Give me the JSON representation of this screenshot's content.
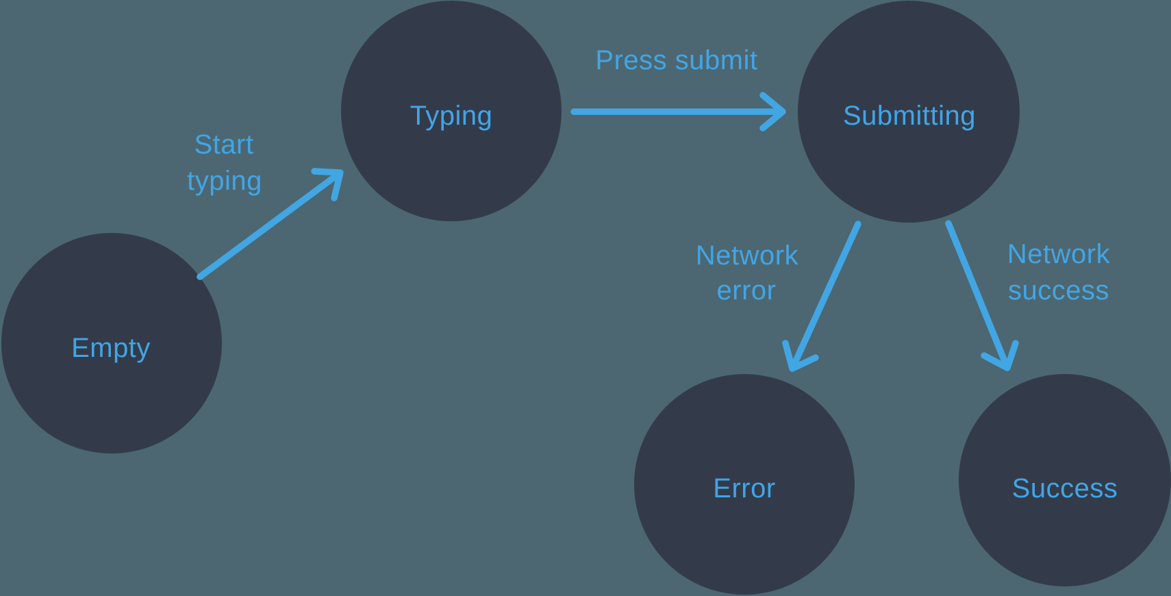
{
  "colors": {
    "background": "#4c6771",
    "node_fill": "#333b4a",
    "accent_blue": "#42a5e6"
  },
  "diagram": {
    "type": "state-machine",
    "states": [
      {
        "id": "empty",
        "label": "Empty"
      },
      {
        "id": "typing",
        "label": "Typing"
      },
      {
        "id": "submitting",
        "label": "Submitting"
      },
      {
        "id": "error",
        "label": "Error"
      },
      {
        "id": "success",
        "label": "Success"
      }
    ],
    "transitions": [
      {
        "from": "Empty",
        "to": "Typing",
        "label": "Start typing",
        "lines": [
          "Start",
          "typing"
        ]
      },
      {
        "from": "Typing",
        "to": "Submitting",
        "label": "Press submit",
        "lines": [
          "Press submit"
        ]
      },
      {
        "from": "Submitting",
        "to": "Error",
        "label": "Network error",
        "lines": [
          "Network",
          "error"
        ]
      },
      {
        "from": "Submitting",
        "to": "Success",
        "label": "Network success",
        "lines": [
          "Network",
          "success"
        ]
      }
    ]
  }
}
